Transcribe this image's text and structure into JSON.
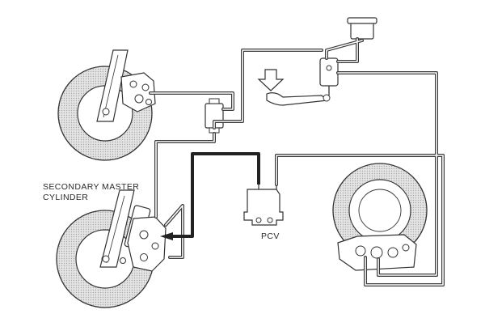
{
  "labels": {
    "secondary_master_cylinder": [
      "SECONDARY MASTER",
      "CYLINDER"
    ],
    "pcv": "PCV"
  },
  "colors": {
    "line": "#3a3a3a",
    "highlight": "#222222",
    "tire": "#d4d4d4",
    "background": "#ffffff"
  }
}
